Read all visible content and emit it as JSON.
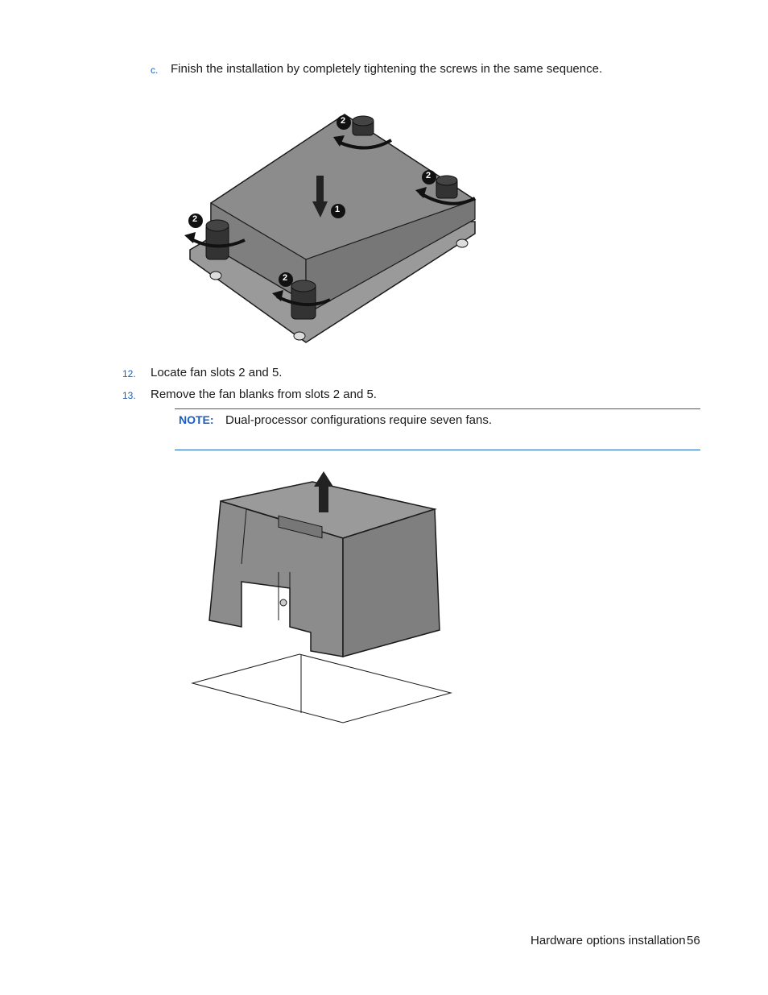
{
  "step_c": {
    "marker": "c.",
    "text": "Finish the installation by completely tightening the screws in the same sequence."
  },
  "figure1": {
    "callout_main": "1",
    "callout_screw": "2"
  },
  "steps": [
    {
      "number": "12.",
      "text": "Locate fan slots 2 and 5."
    },
    {
      "number": "13.",
      "text": "Remove the fan blanks from slots 2 and 5."
    }
  ],
  "note": {
    "label": "NOTE:",
    "text": "Dual-processor configurations require seven fans."
  },
  "footer": {
    "section": "Hardware options installation",
    "page": "56"
  },
  "colors": {
    "accent": "#1a5fbf",
    "illustration_gray": "#8c8c8c",
    "dark": "#1a1a1a"
  }
}
